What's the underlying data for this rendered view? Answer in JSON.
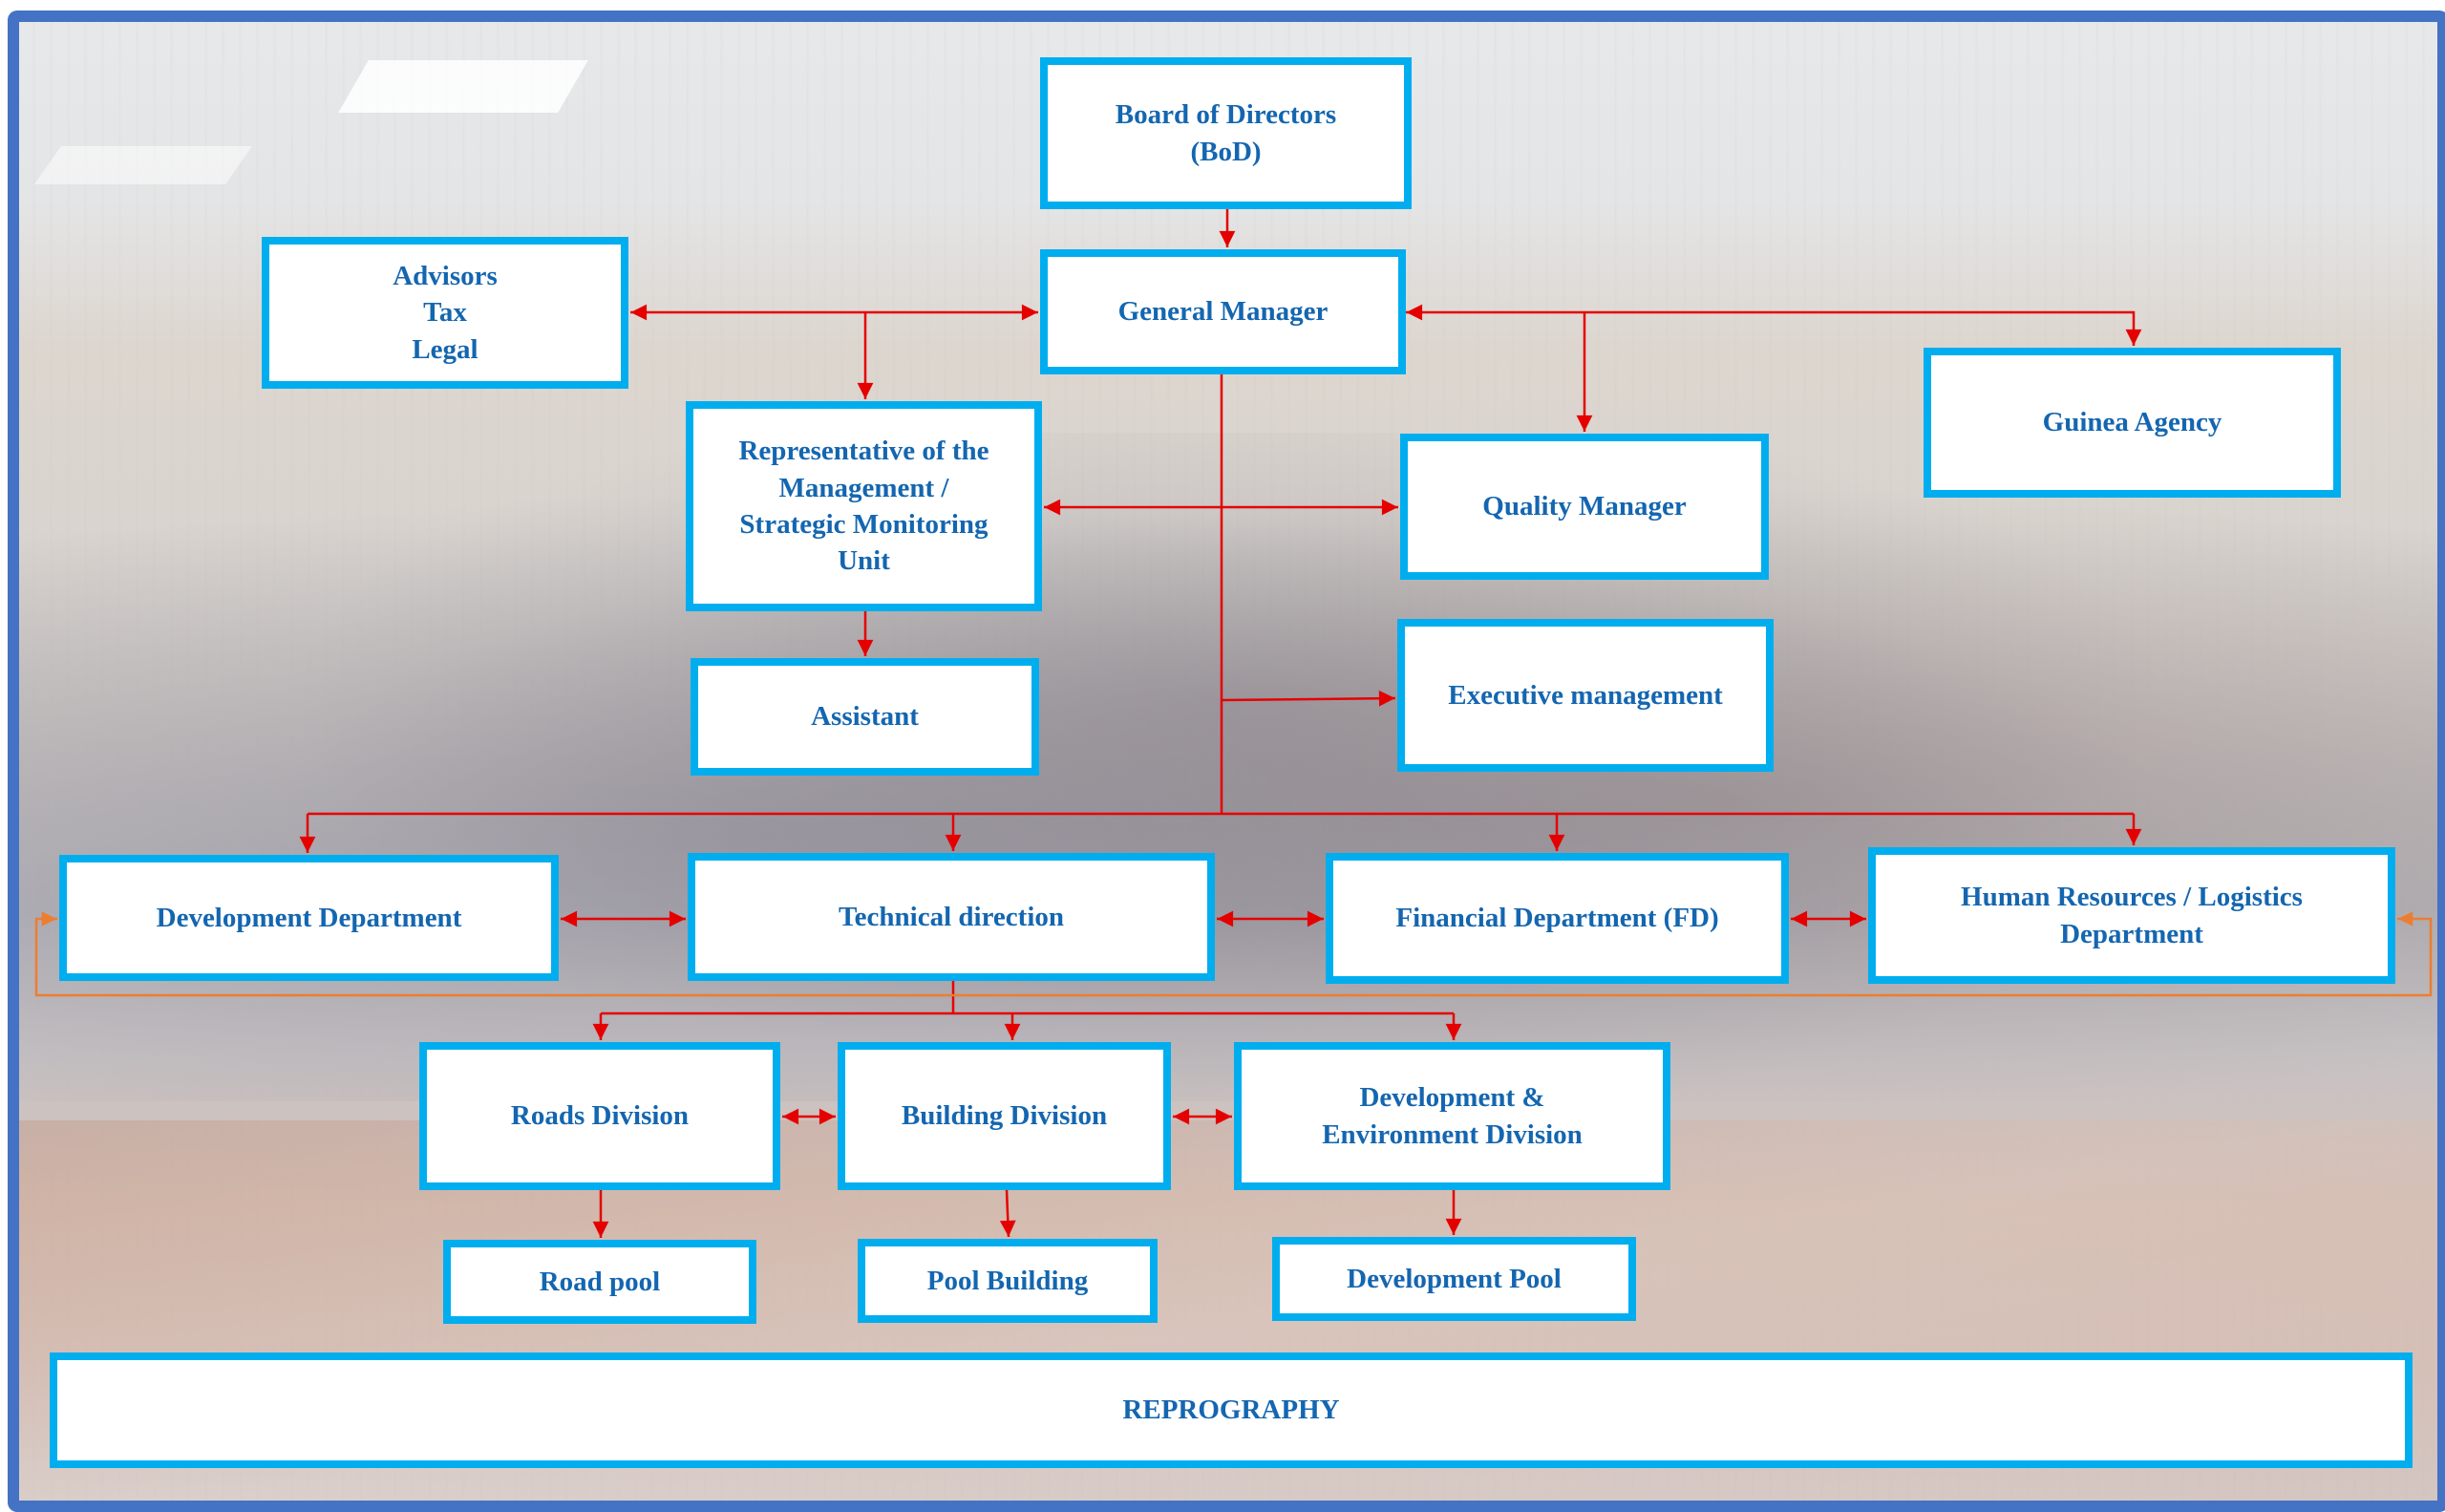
{
  "title": "Organizational chart",
  "colors": {
    "frame": "#4472C4",
    "box_border": "#00AEEF",
    "box_text": "#1466B0",
    "connector": "#E50000",
    "loop_connector": "#ED7D31"
  },
  "nodes": {
    "board": "Board of Directors\n(BoD)",
    "general_manager": "General Manager",
    "advisors": "Advisors\nTax\nLegal",
    "representative": "Representative of the\nManagement /\nStrategic Monitoring\nUnit",
    "assistant": "Assistant",
    "quality_manager": "Quality Manager",
    "executive_management": "Executive management",
    "guinea_agency": "Guinea Agency",
    "development_department": "Development Department",
    "technical_direction": "Technical direction",
    "financial_department": "Financial Department (FD)",
    "hr_logistics": "Human Resources / Logistics\nDepartment",
    "roads_division": "Roads Division",
    "building_division": "Building Division",
    "dev_env_division": "Development &\nEnvironment Division",
    "road_pool": "Road pool",
    "pool_building": "Pool Building",
    "development_pool": "Development Pool",
    "reprography": "REPROGRAPHY"
  },
  "edges": [
    {
      "from": "board",
      "to": "general_manager",
      "type": "arrow"
    },
    {
      "from": "general_manager",
      "to": "advisors",
      "type": "double-arrow"
    },
    {
      "from": "general_manager",
      "to": "representative",
      "type": "arrow"
    },
    {
      "from": "general_manager",
      "to": "quality_manager",
      "type": "arrow"
    },
    {
      "from": "general_manager",
      "to": "guinea_agency",
      "type": "double-arrow"
    },
    {
      "from": "representative",
      "to": "quality_manager",
      "type": "double-arrow"
    },
    {
      "from": "representative",
      "to": "assistant",
      "type": "arrow"
    },
    {
      "from": "general_manager",
      "to": "executive_management",
      "type": "arrow"
    },
    {
      "from": "general_manager",
      "to": "development_department",
      "type": "arrow"
    },
    {
      "from": "general_manager",
      "to": "technical_direction",
      "type": "arrow"
    },
    {
      "from": "general_manager",
      "to": "financial_department",
      "type": "arrow"
    },
    {
      "from": "general_manager",
      "to": "hr_logistics",
      "type": "arrow"
    },
    {
      "from": "development_department",
      "to": "technical_direction",
      "type": "double-arrow"
    },
    {
      "from": "technical_direction",
      "to": "financial_department",
      "type": "double-arrow"
    },
    {
      "from": "financial_department",
      "to": "hr_logistics",
      "type": "double-arrow"
    },
    {
      "from": "development_department",
      "to": "hr_logistics",
      "type": "double-arrow-loop"
    },
    {
      "from": "technical_direction",
      "to": "roads_division",
      "type": "arrow"
    },
    {
      "from": "technical_direction",
      "to": "building_division",
      "type": "arrow"
    },
    {
      "from": "technical_direction",
      "to": "dev_env_division",
      "type": "arrow"
    },
    {
      "from": "roads_division",
      "to": "building_division",
      "type": "double-arrow"
    },
    {
      "from": "building_division",
      "to": "dev_env_division",
      "type": "double-arrow"
    },
    {
      "from": "roads_division",
      "to": "road_pool",
      "type": "arrow"
    },
    {
      "from": "building_division",
      "to": "pool_building",
      "type": "arrow"
    },
    {
      "from": "dev_env_division",
      "to": "development_pool",
      "type": "arrow"
    }
  ]
}
